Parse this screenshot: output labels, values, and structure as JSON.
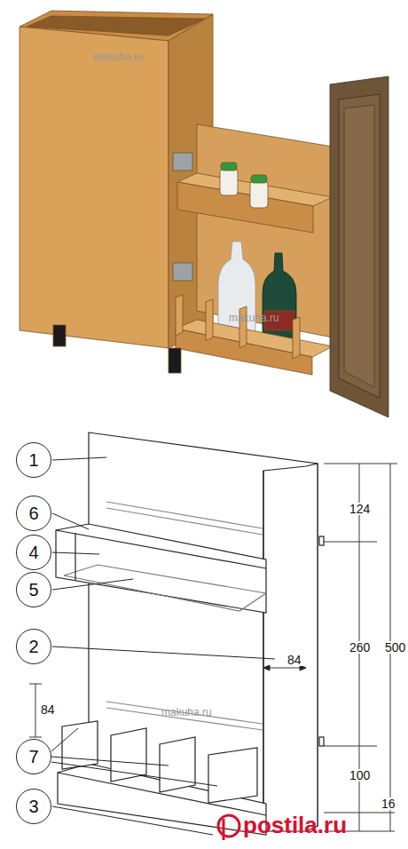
{
  "diagram": {
    "nodes": [
      {
        "text": [
          "1"
        ]
      },
      {
        "text": [
          "6"
        ]
      },
      {
        "text": [
          "4"
        ]
      },
      {
        "text": [
          "5"
        ]
      },
      {
        "text": [
          "2"
        ]
      },
      {
        "text": [
          "7"
        ]
      },
      {
        "text": [
          "3"
        ]
      }
    ],
    "edges": [],
    "labels": [
      "makuha.ru",
      "makuha.ru",
      "124",
      "260",
      "500",
      "84",
      "84",
      "100",
      "16",
      "makuha.ru",
      "postila.ru"
    ]
  }
}
